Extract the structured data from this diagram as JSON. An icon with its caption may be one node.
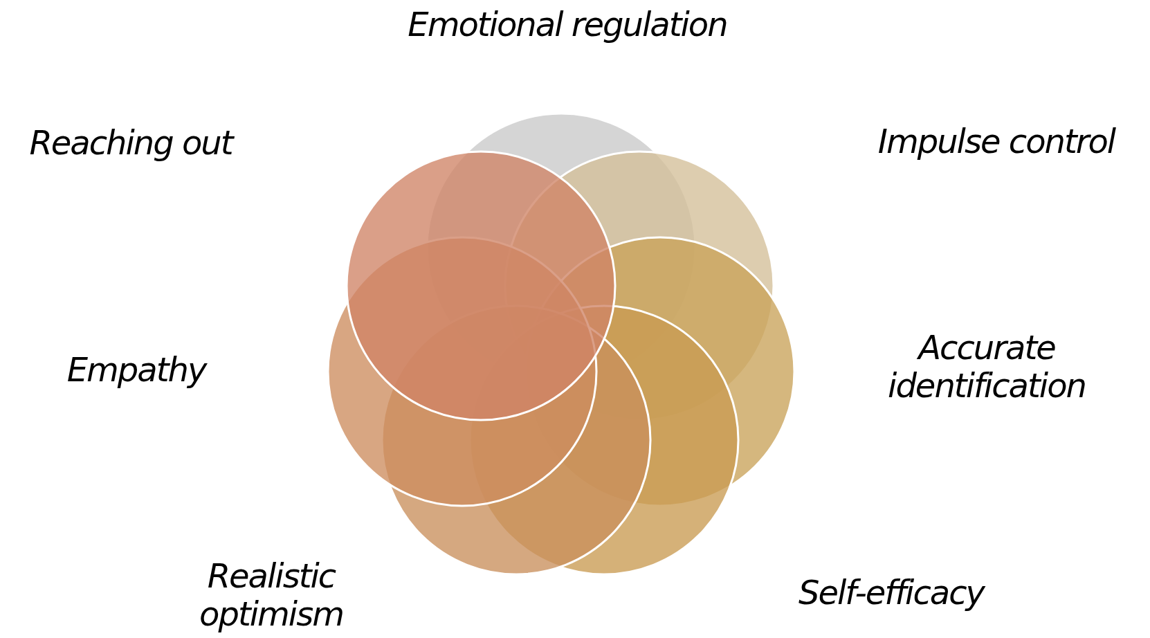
{
  "diagram": {
    "labels": [
      "Emotional regulation",
      "Reaching out",
      "Impulse control",
      "Empathy",
      "Accurate identification",
      "Realistic optimism",
      "Self-efficacy"
    ]
  }
}
